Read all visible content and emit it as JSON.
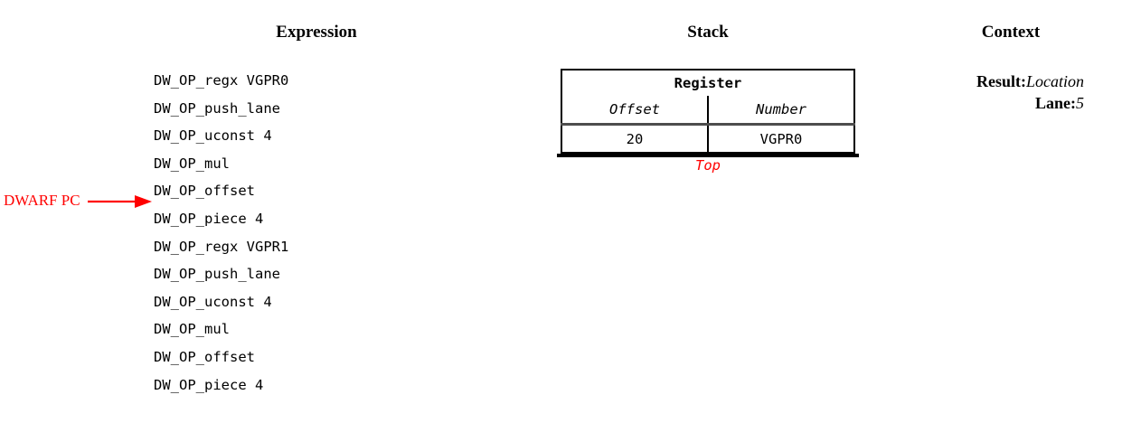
{
  "headings": {
    "expression": "Expression",
    "stack": "Stack",
    "context": "Context"
  },
  "expression": {
    "lines": [
      "DW_OP_regx VGPR0",
      "DW_OP_push_lane",
      "DW_OP_uconst 4",
      "DW_OP_mul",
      "DW_OP_offset",
      "DW_OP_piece 4",
      "DW_OP_regx VGPR1",
      "DW_OP_push_lane",
      "DW_OP_uconst 4",
      "DW_OP_mul",
      "DW_OP_offset",
      "DW_OP_piece 4"
    ],
    "pointer": {
      "label": "DWARF PC",
      "points_between_lines": [
        5,
        6
      ],
      "color": "#ff0000"
    }
  },
  "stack": {
    "entry": {
      "title": "Register",
      "subheaders": [
        "Offset",
        "Number"
      ],
      "values": [
        "20",
        "VGPR0"
      ],
      "value_colors": [
        "#ff0000",
        "#000000"
      ]
    },
    "top_label": "Top",
    "top_label_color": "#ff0000"
  },
  "context": {
    "rows": [
      {
        "key": "Result:",
        "value": "Location"
      },
      {
        "key": "Lane:",
        "value": "5"
      }
    ]
  },
  "colors": {
    "background": "#ffffff",
    "text": "#000000",
    "highlight": "#ff0000",
    "rule": "#4d4d4d"
  }
}
